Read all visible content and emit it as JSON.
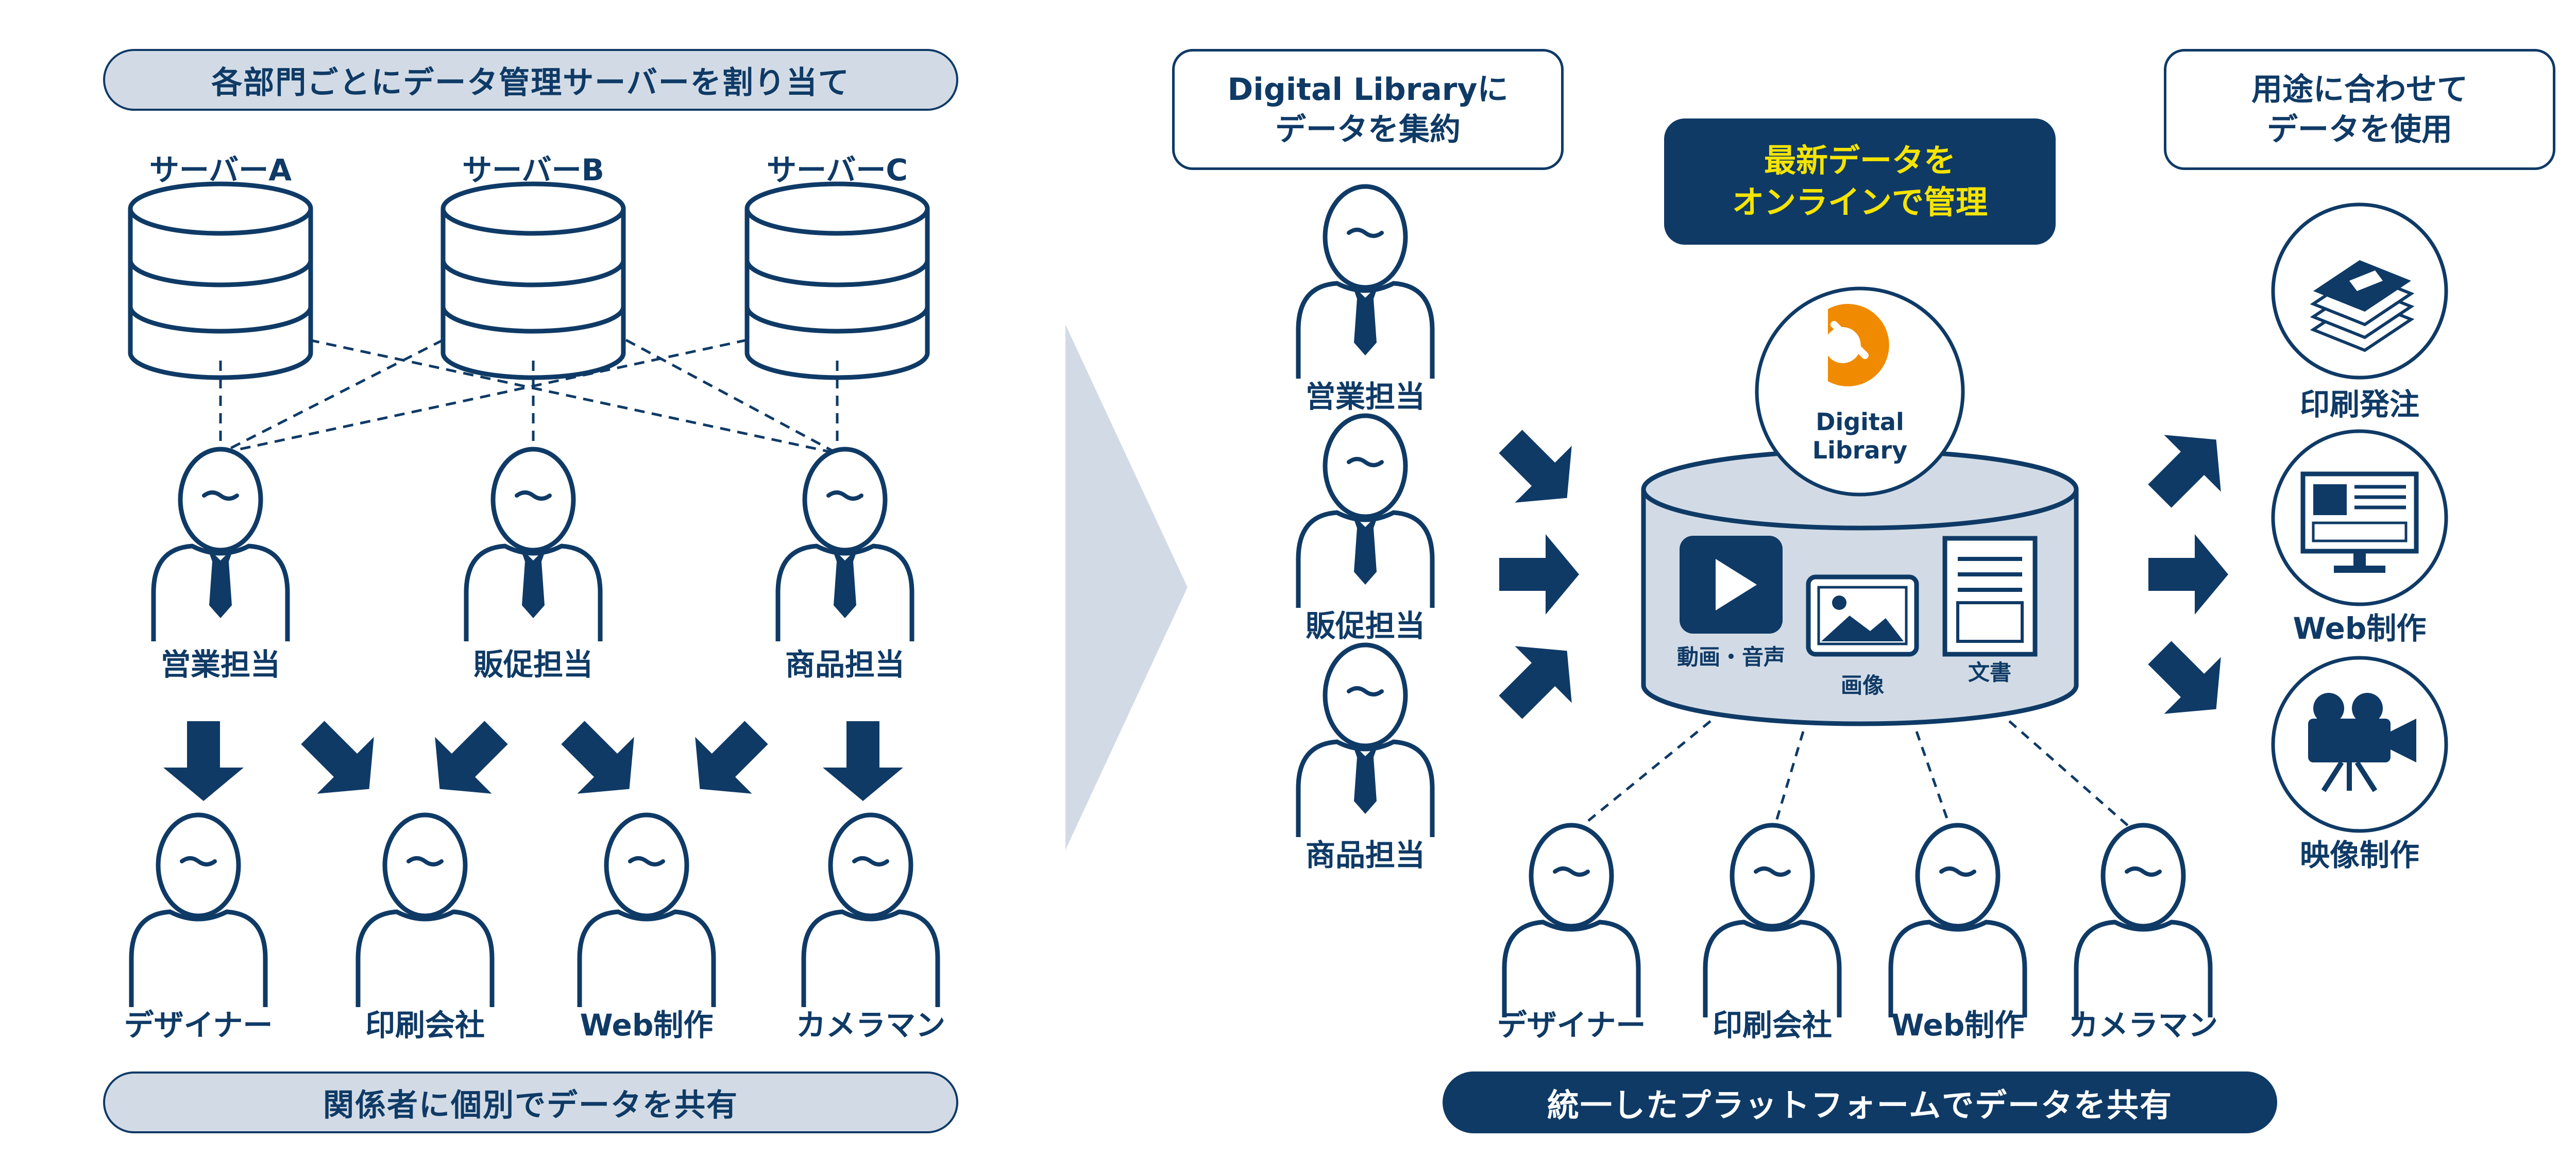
{
  "colors": {
    "navy": "#0f3a66",
    "light_pill": "#d2dbe5",
    "divider": "#d2dbe5",
    "yellow": "#f5e400",
    "logo_orange": "#f08a00"
  },
  "left": {
    "top_banner": "各部門ごとにデータ管理サーバーを割り当て",
    "servers": [
      "サーバーA",
      "サーバーB",
      "サーバーC"
    ],
    "staff": [
      "営業担当",
      "販促担当",
      "商品担当"
    ],
    "partners": [
      "デザイナー",
      "印刷会社",
      "Web制作",
      "カメラマン"
    ],
    "bottom_banner": "関係者に個別でデータを共有"
  },
  "right": {
    "collect_box": [
      "Digital Libraryに",
      "データを集約"
    ],
    "manage_box": [
      "最新データを",
      "オンラインで管理"
    ],
    "use_box": [
      "用途に合わせて",
      "データを使用"
    ],
    "staff": [
      "営業担当",
      "販促担当",
      "商品担当"
    ],
    "logo": [
      "Digital",
      "Library"
    ],
    "content_types": [
      "動画・音声",
      "画像",
      "文書"
    ],
    "uses": [
      "印刷発注",
      "Web制作",
      "映像制作"
    ],
    "partners": [
      "デザイナー",
      "印刷会社",
      "Web制作",
      "カメラマン"
    ],
    "bottom_banner": "統一したプラットフォームでデータを共有"
  },
  "icons": [
    "database-icon",
    "person-icon",
    "arrow-icon",
    "play-icon",
    "image-icon",
    "document-icon",
    "printed-stack-icon",
    "monitor-icon",
    "video-camera-icon",
    "digital-library-logo"
  ]
}
